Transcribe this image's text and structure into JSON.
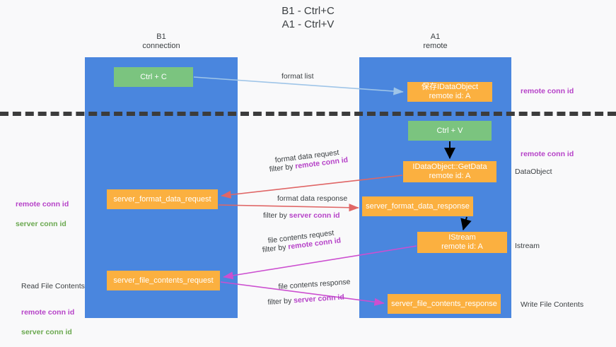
{
  "title": "B1 - Ctrl+C\nA1 - Ctrl+V",
  "lanes": [
    {
      "name": "b1",
      "header": "B1\nconnection",
      "color": "#4a86de"
    },
    {
      "name": "a1",
      "header": "A1\nremote",
      "color": "#4a86de"
    }
  ],
  "nodes": {
    "ctrl_c": "Ctrl + C",
    "save_idataobject": "保存IDataObject\nremote id: A",
    "ctrl_v": "Ctrl + V",
    "getdata": "IDataObject::GetData\nremote id: A",
    "server_format_data_request": "server_format_data_request",
    "server_format_data_response": "server_format_data_response",
    "istream": "IStream\nremote id: A",
    "server_file_contents_request": "server_file_contents_request",
    "server_file_contents_response": "server_file_contents_response"
  },
  "edge_labels": {
    "format_list": "format list",
    "format_data_request": "format data request",
    "filter_by_remote_1": "filter by ",
    "filter_by_remote_1_key": "remote conn id",
    "format_data_response": "format data response",
    "filter_by_server_1": "filter by ",
    "filter_by_server_1_key": "server conn id",
    "file_contents_request": "file contents request",
    "filter_by_remote_2": "filter by ",
    "filter_by_remote_2_key": "remote conn id",
    "file_contents_response": "file contents response",
    "filter_by_server_2": "filter by ",
    "filter_by_server_2_key": "server conn id"
  },
  "side_labels": {
    "remote_conn_id_top": "remote conn id",
    "remote_conn_id_mid": "remote conn id",
    "dataobject": "DataObject",
    "istream": "Istream",
    "write_file_contents": "Write File Contents",
    "read_file_contents": "Read File Contents",
    "left_mid_remote": "remote conn id",
    "left_mid_server": "server conn id",
    "left_bot_remote": "remote conn id",
    "left_bot_server": "server conn id"
  },
  "colors": {
    "lane": "#4a86de",
    "green_node": "#7bc47f",
    "orange_node": "#fbb040",
    "purple_text": "#b642c8",
    "green_text": "#6aa84f",
    "red_arrow": "#e06666",
    "magenta_arrow": "#cc4fd0",
    "blue_arrow": "#9fc5e8",
    "black_arrow": "#000000",
    "divider": "#3c3c3c",
    "background": "#f9f9fa"
  }
}
